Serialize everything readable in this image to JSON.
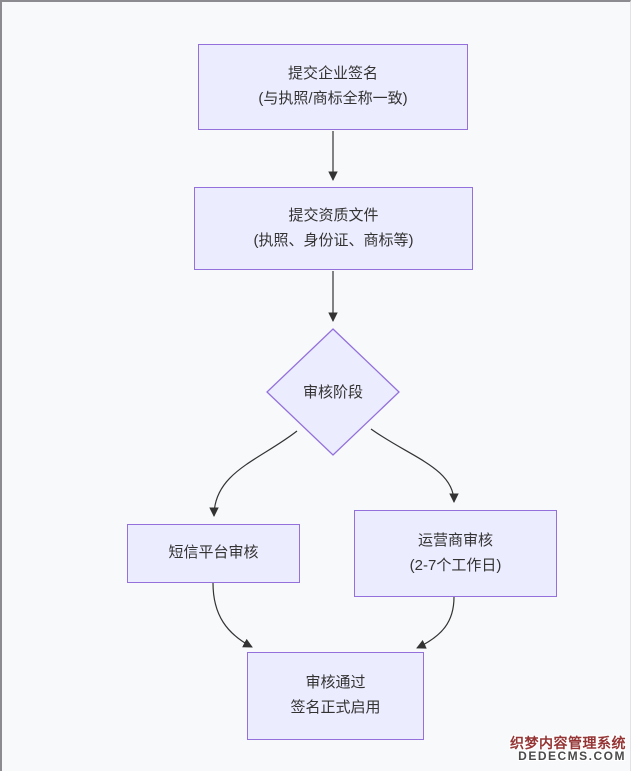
{
  "diagram": {
    "type": "flowchart",
    "nodes": {
      "submit_signature": {
        "line1": "提交企业签名",
        "line2": "(与执照/商标全称一致)"
      },
      "submit_documents": {
        "line1": "提交资质文件",
        "line2": "(执照、身份证、商标等)"
      },
      "review_stage": {
        "label": "审核阶段"
      },
      "platform_review": {
        "line1": "短信平台审核"
      },
      "carrier_review": {
        "line1": "运营商审核",
        "line2": "(2-7个工作日)"
      },
      "approved": {
        "line1": "审核通过",
        "line2": "签名正式启用"
      }
    },
    "colors": {
      "node_fill": "#ececff",
      "node_border": "#9370db",
      "edge_stroke": "#333333",
      "text": "#333333",
      "background": "#f8f9fb",
      "frame_border": "#8b8b90"
    }
  },
  "watermark": {
    "line1": "织梦内容管理系统",
    "line2": "DEDECMS.COM",
    "color_line1": "#953535",
    "color_line2": "#4a4a4a"
  }
}
